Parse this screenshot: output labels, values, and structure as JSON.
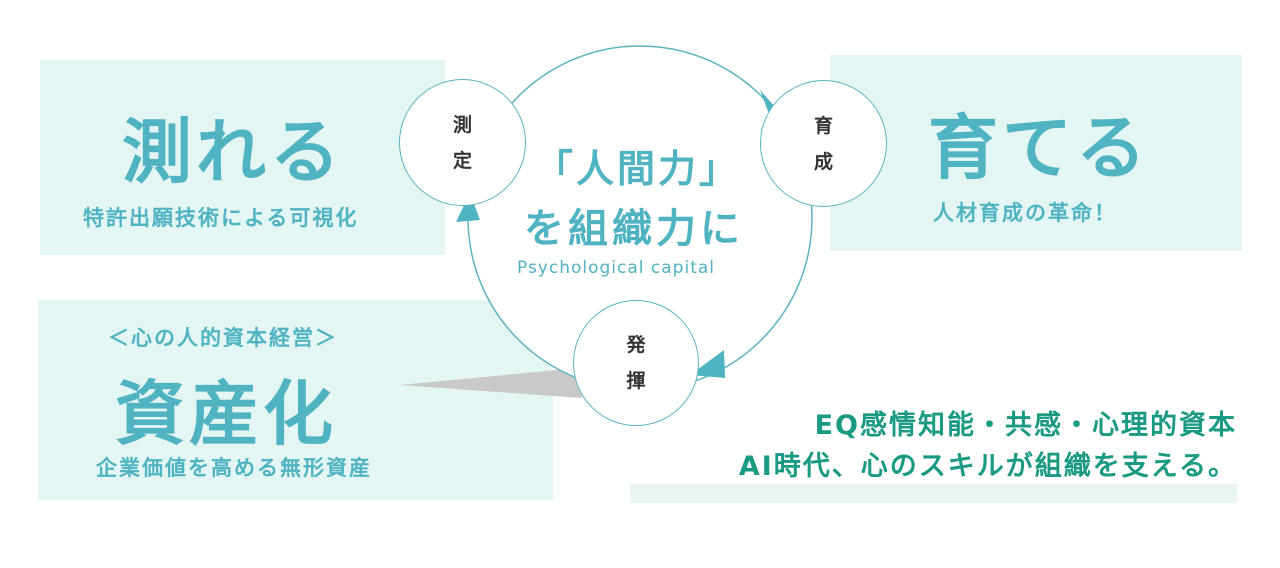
{
  "colors": {
    "panel": "#e4f6f3",
    "accent": "#4fb3c2",
    "green": "#1a9a82",
    "ring": "#5cb3bf"
  },
  "measure": {
    "title": "測れる",
    "subtitle": "特許出願技術による可視化"
  },
  "grow": {
    "title": "育てる",
    "subtitle": "人材育成の革命！"
  },
  "asset": {
    "tagline": "＜心の人的資本経営＞",
    "title": "資産化",
    "subtitle": "企業価値を高める無形資産"
  },
  "center": {
    "line1": "「人間力」",
    "line2": "を組織力に",
    "english": "Psychological capital"
  },
  "nodes": [
    {
      "c1": "測",
      "c2": "定"
    },
    {
      "c1": "育",
      "c2": "成"
    },
    {
      "c1": "発",
      "c2": "揮"
    }
  ],
  "message": {
    "line1": "EQ感情知能・共感・心理的資本",
    "line2": "AI時代、心のスキルが組織を支える。"
  }
}
